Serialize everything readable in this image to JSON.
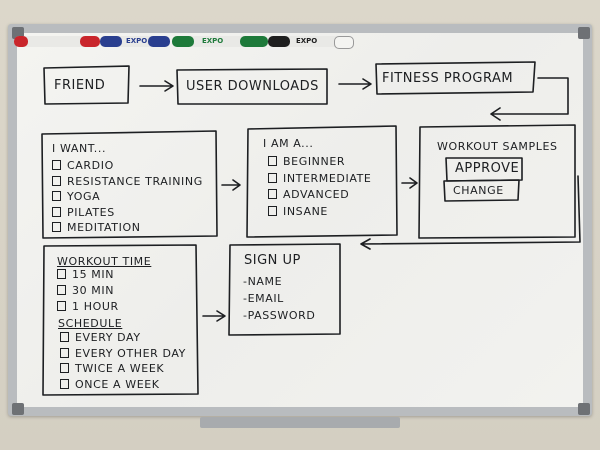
{
  "board": {
    "colors": {
      "wall": "#d8d3c6",
      "frame": "#b9bcbf",
      "surface": "#f2f2ef",
      "ink": "#1d1f22"
    },
    "markers": [
      {
        "color": "#c9252b",
        "label": "red marker"
      },
      {
        "color": "#2a3f8f",
        "label": "blue marker"
      },
      {
        "color": "#1e7a3a",
        "label": "green marker"
      },
      {
        "color": "#1f1f1f",
        "label": "black marker"
      }
    ],
    "marker_text": [
      "EXPO",
      "EXPO",
      "EXPO"
    ]
  },
  "flow_top": {
    "friend": "Friend",
    "downloads": "User Downloads",
    "fitness": "Fitness Program"
  },
  "iwant": {
    "title": "I Want...",
    "items": [
      "Cardio",
      "Resistance Training",
      "Yoga",
      "Pilates",
      "Meditation"
    ]
  },
  "iama": {
    "title": "I am a...",
    "items": [
      "Beginner",
      "Intermediate",
      "Advanced",
      "Insane"
    ]
  },
  "samples": {
    "title": "Workout Samples",
    "approve": "Approve",
    "change": "Change"
  },
  "workout_time": {
    "title": "Workout Time",
    "items": [
      "15 min",
      "30 min",
      "1 hour"
    ],
    "schedule_title": "Schedule",
    "schedule": [
      "Every Day",
      "Every Other Day",
      "Twice a Week",
      "Once a Week"
    ]
  },
  "signup": {
    "title": "Sign Up",
    "fields": [
      "-Name",
      "-Email",
      "-Password"
    ]
  }
}
